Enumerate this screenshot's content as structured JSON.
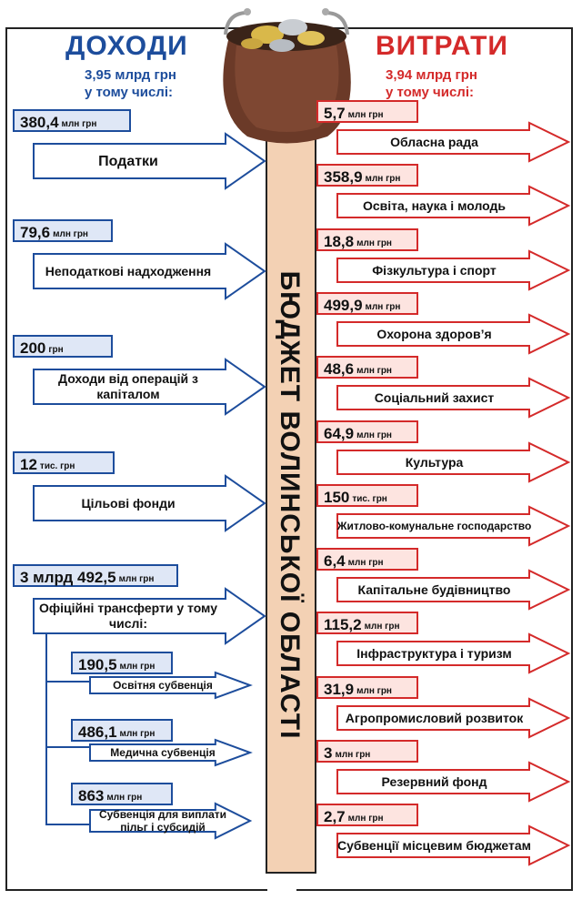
{
  "income": {
    "title": "ДОХОДИ",
    "total": "3,95 млрд грн",
    "subtitle": "у тому числі:",
    "items": [
      {
        "amount": "380,4",
        "unit": "млн грн",
        "label": "Податки"
      },
      {
        "amount": "79,6",
        "unit": "млн грн",
        "label": "Неподаткові надходження"
      },
      {
        "amount": "200",
        "unit": "грн",
        "label": "Доходи від операцій з капіталом"
      },
      {
        "amount": "12",
        "unit": "тис. грн",
        "label": "Цільові фонди"
      },
      {
        "amount": "3 млрд 492,5",
        "unit": "млн грн",
        "label": "Офіційні трансферти у тому числі:"
      }
    ],
    "subitems": [
      {
        "amount": "190,5",
        "unit": "млн грн",
        "label": "Освітня субвенція"
      },
      {
        "amount": "486,1",
        "unit": "млн грн",
        "label": "Медична субвенція"
      },
      {
        "amount": "863",
        "unit": "млн грн",
        "label": "Субвенція для виплати пільг і субсидій"
      }
    ]
  },
  "expenses": {
    "title": "ВИТРАТИ",
    "total": "3,94 млрд грн",
    "subtitle": "у тому числі:",
    "items": [
      {
        "amount": "5,7",
        "unit": "млн грн",
        "label": "Обласна рада"
      },
      {
        "amount": "358,9",
        "unit": "млн грн",
        "label": "Освіта, наука і молодь"
      },
      {
        "amount": "18,8",
        "unit": "млн грн",
        "label": "Фізкультура і спорт"
      },
      {
        "amount": "499,9",
        "unit": "млн грн",
        "label": "Охорона здоров’я"
      },
      {
        "amount": "48,6",
        "unit": "млн грн",
        "label": "Соціальний захист"
      },
      {
        "amount": "64,9",
        "unit": "млн грн",
        "label": "Культура"
      },
      {
        "amount": "150",
        "unit": "тис. грн",
        "label": "Житлово-комунальне господарство"
      },
      {
        "amount": "6,4",
        "unit": "млн грн",
        "label": "Капітальне будівництво"
      },
      {
        "amount": "115,2",
        "unit": "млн грн",
        "label": "Інфраструктура і туризм"
      },
      {
        "amount": "31,9",
        "unit": "млн грн",
        "label": "Агропромисловий розвиток"
      },
      {
        "amount": "3",
        "unit": "млн грн",
        "label": "Резервний фонд"
      },
      {
        "amount": "2,7",
        "unit": "млн грн",
        "label": "Субвенції місцевим бюджетам"
      }
    ]
  },
  "center_title": "БЮДЖЕТ ВОЛИНСЬКОЇ ОБЛАСТІ",
  "colors": {
    "income": "#1d4d9c",
    "expenses": "#d42a2a",
    "pillar": "#f3d1b4"
  },
  "illustration": "coin-purse"
}
